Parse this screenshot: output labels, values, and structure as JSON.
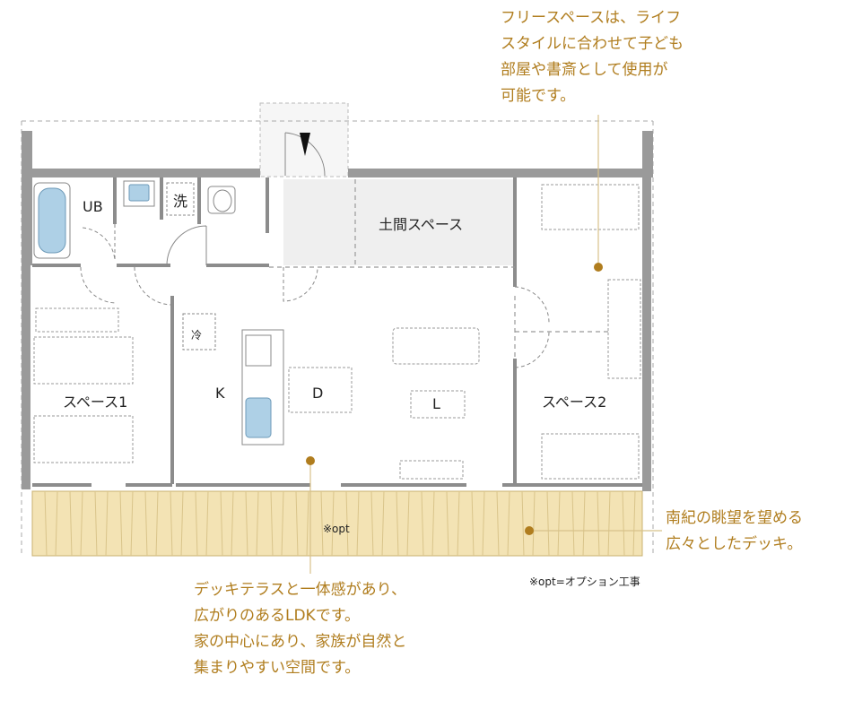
{
  "rooms": {
    "ub": "UB",
    "laundry": "洗",
    "doma": "土間スペース",
    "fridge": "冷",
    "kitchen": "K",
    "dining": "D",
    "living": "L",
    "space1": "スペース1",
    "space2": "スペース2",
    "deck": "※opt"
  },
  "notes": {
    "free_space": [
      "フリースペースは、ライフ",
      "スタイルに合わせて子ども",
      "部屋や書斎として使用が",
      "可能です。"
    ],
    "deck": [
      "南紀の眺望を望める",
      "広々としたデッキ。"
    ],
    "ldk": [
      "デッキテラスと一体感があり、",
      "広がりのあるLDKです。",
      "家の中心にあり、家族が自然と",
      "集まりやすい空間です。"
    ]
  },
  "legend": "※opt=オプション工事",
  "colors": {
    "accent": "#b07d1e",
    "deck_fill": "#f3e3b4",
    "wall": "#8c8c8c",
    "doma_fill": "#efefef",
    "fixture_blue": "#aed0e6"
  }
}
